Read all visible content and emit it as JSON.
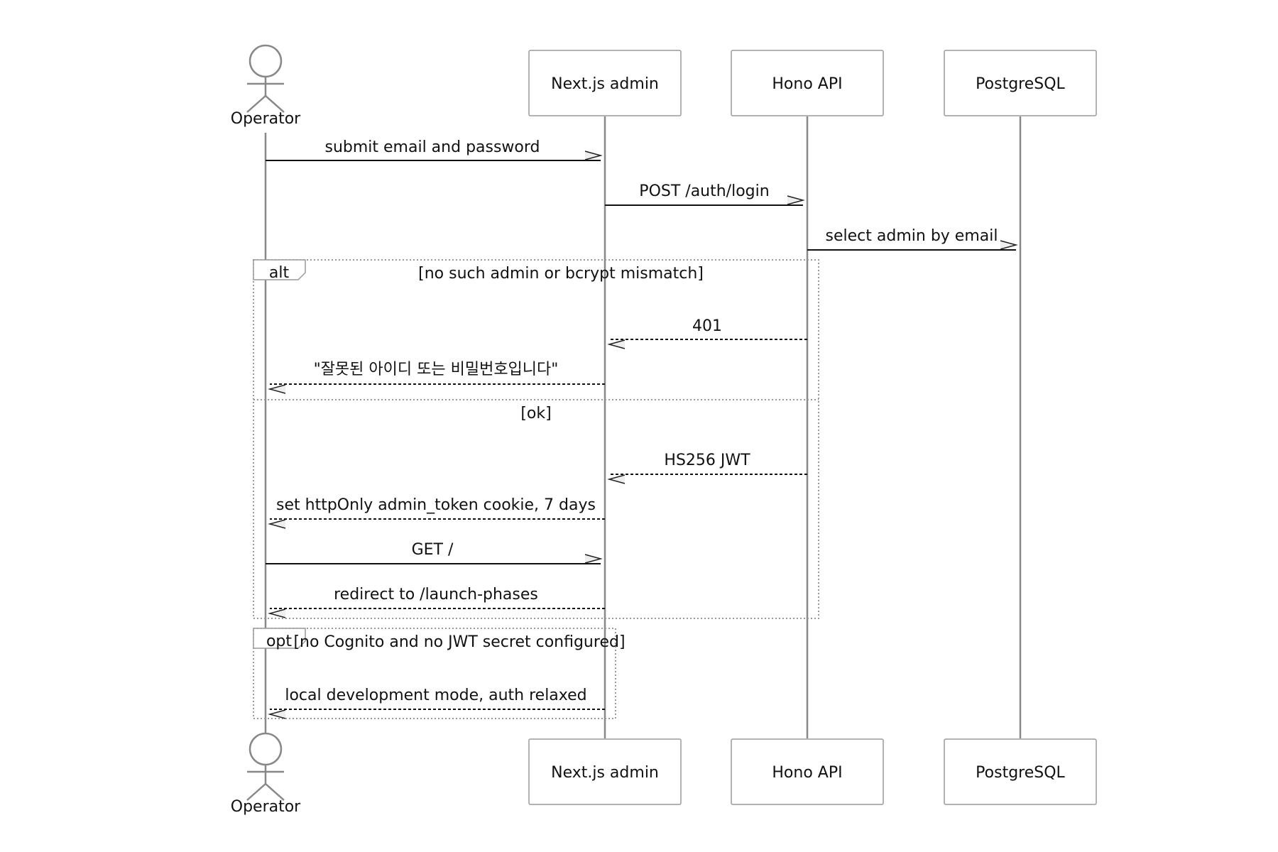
{
  "participants": {
    "operator": "Operator",
    "nextjs": "Next.js admin",
    "hono": "Hono API",
    "postgres": "PostgreSQL"
  },
  "messages": [
    {
      "from": "operator",
      "to": "nextjs",
      "text": "submit email and password",
      "style": "solid"
    },
    {
      "from": "nextjs",
      "to": "hono",
      "text": "POST /auth/login",
      "style": "solid"
    },
    {
      "from": "hono",
      "to": "postgres",
      "text": "select admin by email",
      "style": "solid"
    },
    {
      "from": "hono",
      "to": "nextjs",
      "text": "401",
      "style": "dashed"
    },
    {
      "from": "nextjs",
      "to": "operator",
      "text": "\"잘못된 아이디 또는 비밀번호입니다\"",
      "style": "dashed"
    },
    {
      "from": "hono",
      "to": "nextjs",
      "text": "HS256 JWT",
      "style": "dashed"
    },
    {
      "from": "nextjs",
      "to": "operator",
      "text": "set httpOnly admin_token cookie, 7 days",
      "style": "dashed"
    },
    {
      "from": "operator",
      "to": "nextjs",
      "text": "GET /",
      "style": "solid"
    },
    {
      "from": "nextjs",
      "to": "operator",
      "text": "redirect to /launch-phases",
      "style": "dashed"
    },
    {
      "from": "nextjs",
      "to": "operator",
      "text": "local development mode, auth relaxed",
      "style": "dashed"
    }
  ],
  "frames": {
    "alt": {
      "label": "alt",
      "condition": "[no such admin or bcrypt mismatch]",
      "else_condition": "[ok]"
    },
    "opt": {
      "label": "opt",
      "condition": "[no Cognito and no JWT secret configured]"
    }
  },
  "colors": {
    "line": "#888888",
    "box_border": "#9a9a9a",
    "text": "#111111"
  }
}
